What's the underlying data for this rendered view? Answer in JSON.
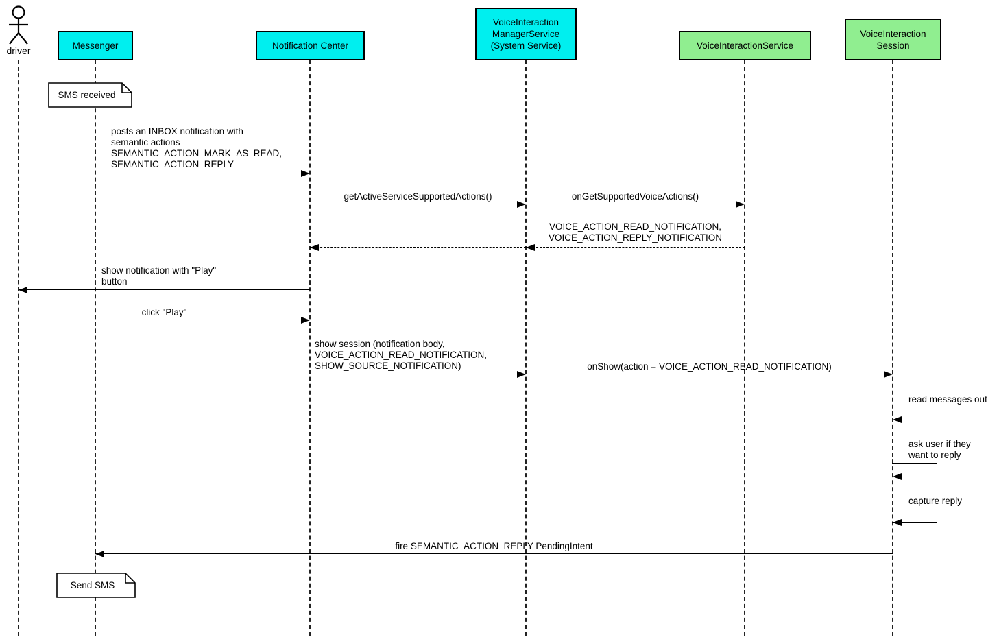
{
  "diagram": {
    "type": "uml-sequence-diagram",
    "colors": {
      "system_box": "#00EFEF",
      "service_box": "#90EE90",
      "line": "#000000",
      "background": "#FFFFFF"
    },
    "actor": {
      "label": "driver"
    },
    "participants": [
      {
        "label": "Messenger",
        "kind": "system"
      },
      {
        "label": "Notification Center",
        "kind": "system"
      },
      {
        "label": "VoiceInteraction\nManagerService\n(System Service)",
        "kind": "system"
      },
      {
        "label": "VoiceInteractionService",
        "kind": "service"
      },
      {
        "label": "VoiceInteraction\nSession",
        "kind": "service"
      }
    ],
    "notes": [
      {
        "label": "SMS received",
        "at": "Messenger"
      },
      {
        "label": "Send SMS",
        "at": "Messenger"
      }
    ],
    "messages": [
      {
        "label": "posts an INBOX notification with\nsemantic actions\nSEMANTIC_ACTION_MARK_AS_READ,\nSEMANTIC_ACTION_REPLY",
        "from": "Messenger",
        "to": "Notification Center",
        "line": "solid"
      },
      {
        "label": "getActiveServiceSupportedActions()",
        "from": "Notification Center",
        "to": "VoiceInteraction ManagerService (System Service)",
        "line": "solid"
      },
      {
        "label": "onGetSupportedVoiceActions()",
        "from": "VoiceInteraction ManagerService (System Service)",
        "to": "VoiceInteractionService",
        "line": "solid"
      },
      {
        "label": "VOICE_ACTION_READ_NOTIFICATION,\nVOICE_ACTION_REPLY_NOTIFICATION",
        "from": "VoiceInteractionService",
        "to": "VoiceInteraction ManagerService (System Service)",
        "line": "dashed"
      },
      {
        "label": "",
        "from": "VoiceInteraction ManagerService (System Service)",
        "to": "Notification Center",
        "line": "dashed"
      },
      {
        "label": "show notification with \"Play\"\nbutton",
        "from": "Notification Center",
        "to": "driver",
        "line": "solid"
      },
      {
        "label": "click \"Play\"",
        "from": "driver",
        "to": "Notification Center",
        "line": "solid"
      },
      {
        "label": "show session (notification body,\nVOICE_ACTION_READ_NOTIFICATION,\nSHOW_SOURCE_NOTIFICATION)",
        "from": "Notification Center",
        "to": "VoiceInteraction ManagerService (System Service)",
        "line": "solid"
      },
      {
        "label": "onShow(action = VOICE_ACTION_READ_NOTIFICATION)",
        "from": "VoiceInteraction ManagerService (System Service)",
        "to": "VoiceInteraction Session",
        "line": "solid"
      },
      {
        "label": "read messages out",
        "from": "VoiceInteraction Session",
        "to": "VoiceInteraction Session",
        "line": "solid",
        "self": true
      },
      {
        "label": "ask user if they\nwant to reply",
        "from": "VoiceInteraction Session",
        "to": "VoiceInteraction Session",
        "line": "solid",
        "self": true
      },
      {
        "label": "capture reply",
        "from": "VoiceInteraction Session",
        "to": "VoiceInteraction Session",
        "line": "solid",
        "self": true
      },
      {
        "label": "fire SEMANTIC_ACTION_REPLY PendingIntent",
        "from": "VoiceInteraction Session",
        "to": "Messenger",
        "line": "solid"
      }
    ]
  }
}
